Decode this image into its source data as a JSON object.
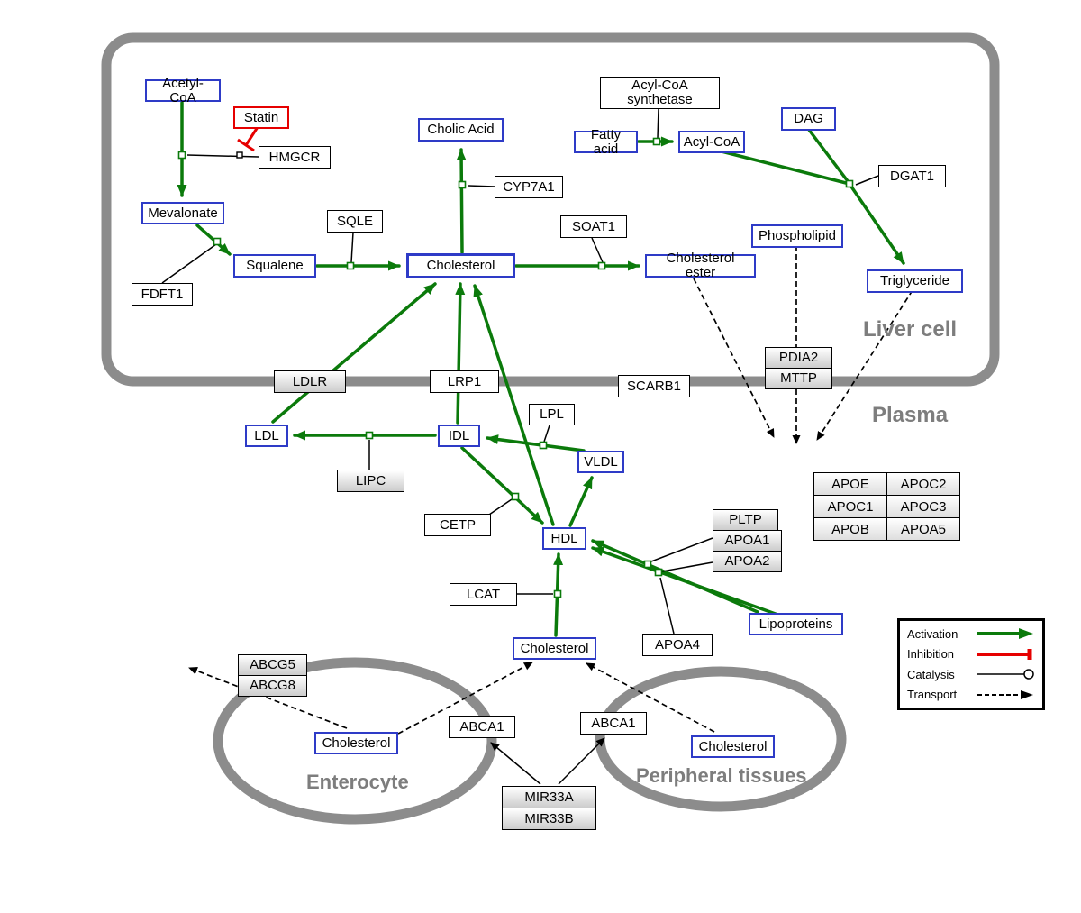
{
  "colors": {
    "metabolite_border": "#2e3bc7",
    "activation_green": "#0b7a0b",
    "inhibition_red": "#e60000",
    "membrane_gray": "#8c8c8c",
    "region_label_gray": "#7d7d7d"
  },
  "regions": {
    "liver": "Liver cell",
    "plasma": "Plasma",
    "enterocyte": "Enterocyte",
    "peripheral": "Peripheral tissues"
  },
  "legend": {
    "activation": "Activation",
    "inhibition": "Inhibition",
    "catalysis": "Catalysis",
    "transport": "Transport"
  },
  "nodes": {
    "acetyl_coa": "Acetyl-CoA",
    "statin": "Statin",
    "hmgcr": "HMGCR",
    "mevalonate": "Mevalonate",
    "fdft1": "FDFT1",
    "squalene": "Squalene",
    "sqle": "SQLE",
    "cholesterol_liver": "Cholesterol",
    "cholic_acid": "Cholic Acid",
    "cyp7a1": "CYP7A1",
    "soat1": "SOAT1",
    "cholesterol_ester": "Cholesterol ester",
    "acyl_coa_synthetase": "Acyl-CoA synthetase",
    "fatty_acid": "Fatty acid",
    "acyl_coa": "Acyl-CoA",
    "dag": "DAG",
    "dgat1": "DGAT1",
    "phospholipid": "Phospholipid",
    "triglyceride": "Triglyceride",
    "ldlr": "LDLR",
    "lrp1": "LRP1",
    "scarb1": "SCARB1",
    "pdia2": "PDIA2",
    "mttp": "MTTP",
    "ldl": "LDL",
    "idl": "IDL",
    "lipc": "LIPC",
    "lpl": "LPL",
    "vldl": "VLDL",
    "cetp": "CETP",
    "hdl": "HDL",
    "pltp": "PLTP",
    "apoa1": "APOA1",
    "apoa2": "APOA2",
    "lcat": "LCAT",
    "apoa4": "APOA4",
    "lipoproteins": "Lipoproteins",
    "cholesterol_plasma": "Cholesterol",
    "apo_table": [
      [
        "APOE",
        "APOC2"
      ],
      [
        "APOC1",
        "APOC3"
      ],
      [
        "APOB",
        "APOA5"
      ]
    ],
    "abcg5": "ABCG5",
    "abcg8": "ABCG8",
    "cholesterol_enterocyte": "Cholesterol",
    "abca1_left": "ABCA1",
    "abca1_right": "ABCA1",
    "cholesterol_peripheral": "Cholesterol",
    "mir33a": "MIR33A",
    "mir33b": "MIR33B"
  }
}
